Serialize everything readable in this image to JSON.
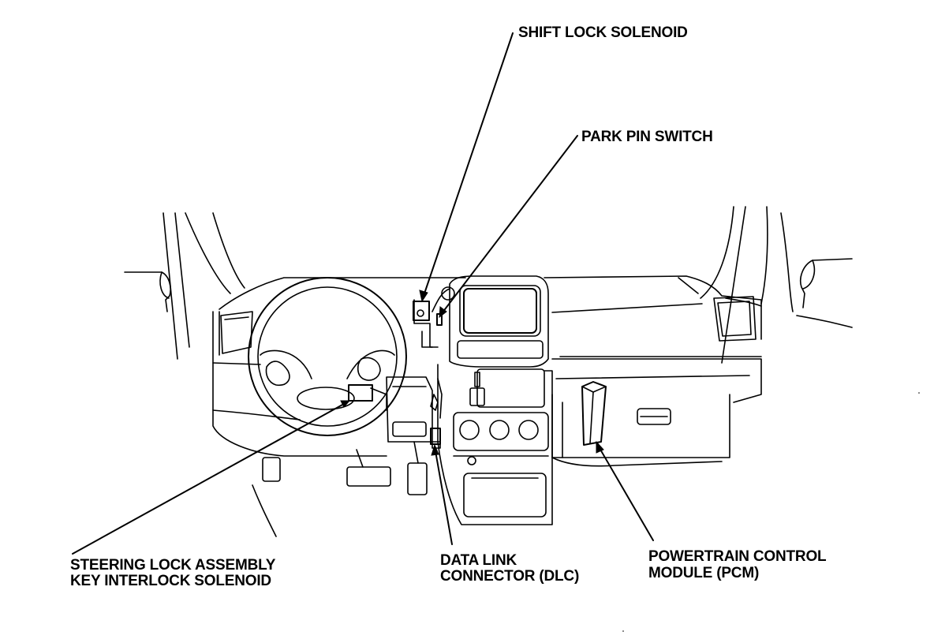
{
  "labels": {
    "shift_lock_solenoid": "SHIFT LOCK SOLENOID",
    "park_pin_switch": "PARK PIN SWITCH",
    "steering_lock_line1": "STEERING LOCK ASSEMBLY",
    "steering_lock_line2": "KEY INTERLOCK SOLENOID",
    "dlc_line1": "DATA LINK",
    "dlc_line2": "CONNECTOR (DLC)",
    "pcm_line1": "POWERTRAIN CONTROL",
    "pcm_line2": "MODULE (PCM)"
  }
}
